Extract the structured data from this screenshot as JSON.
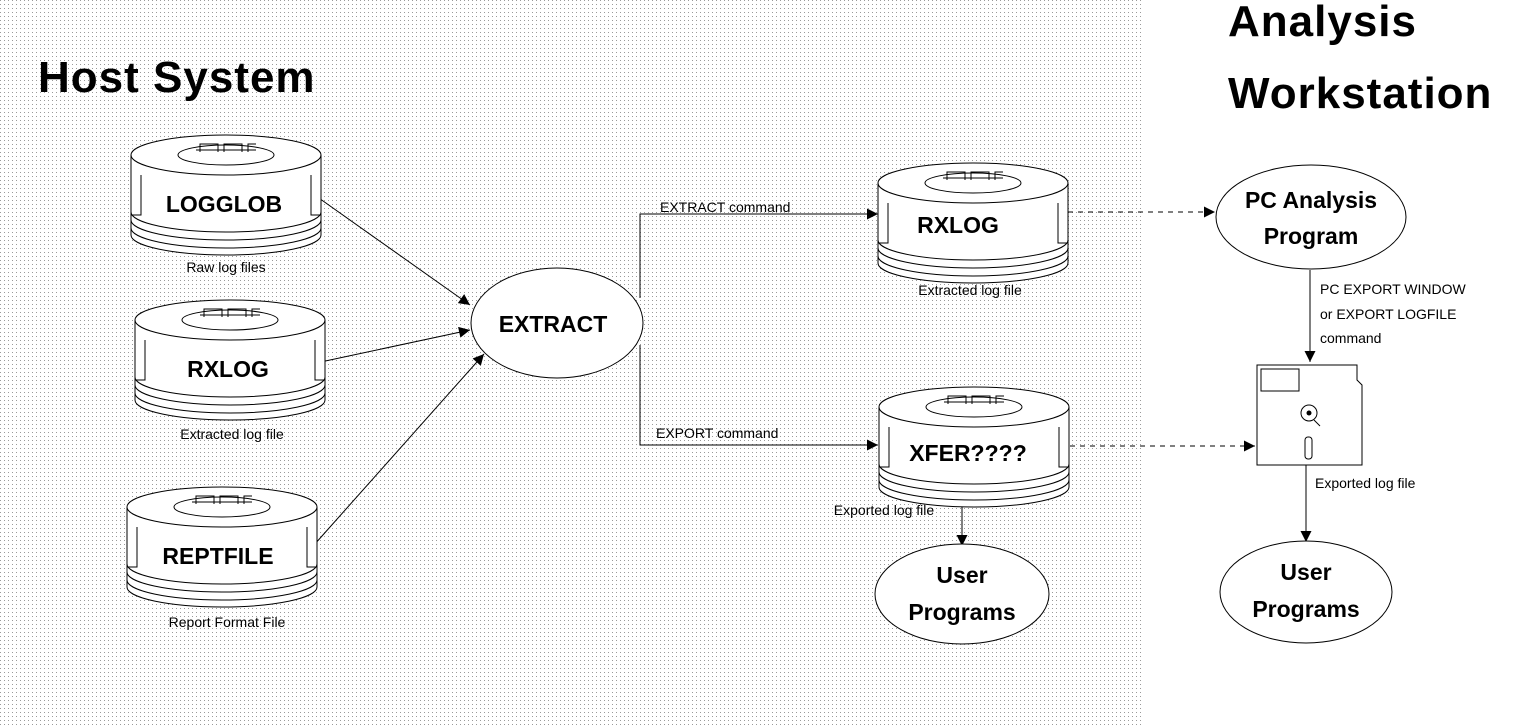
{
  "regions": {
    "host": {
      "title": "Host System"
    },
    "workstation": {
      "title_line1": "Analysis",
      "title_line2": "Workstation"
    }
  },
  "nodes": {
    "logglob": {
      "label": "LOGGLOB",
      "caption": "Raw log files"
    },
    "rxlog_input": {
      "label": "RXLOG",
      "caption": "Extracted log file"
    },
    "reptfile": {
      "label": "REPTFILE",
      "caption": "Report Format File"
    },
    "extract": {
      "label": "EXTRACT"
    },
    "rxlog_output": {
      "label": "RXLOG",
      "caption": "Extracted log file"
    },
    "xfer": {
      "label": "XFER????",
      "caption": "Exported log file"
    },
    "user_programs_host": {
      "line1": "User",
      "line2": "Programs"
    },
    "pc_analysis": {
      "line1": "PC Analysis",
      "line2": "Program"
    },
    "diskette": {
      "caption": "Exported log file"
    },
    "user_programs_ws": {
      "line1": "User",
      "line2": "Programs"
    }
  },
  "edges": {
    "extract_cmd": {
      "label": "EXTRACT command"
    },
    "export_cmd": {
      "label": "EXPORT command"
    },
    "pc_export": {
      "line1": "PC EXPORT WINDOW",
      "line2": "or EXPORT LOGFILE",
      "line3": "command"
    }
  },
  "colors": {
    "host_background_dots": "#9a9a9a",
    "ink": "#000000",
    "paper": "#ffffff"
  }
}
